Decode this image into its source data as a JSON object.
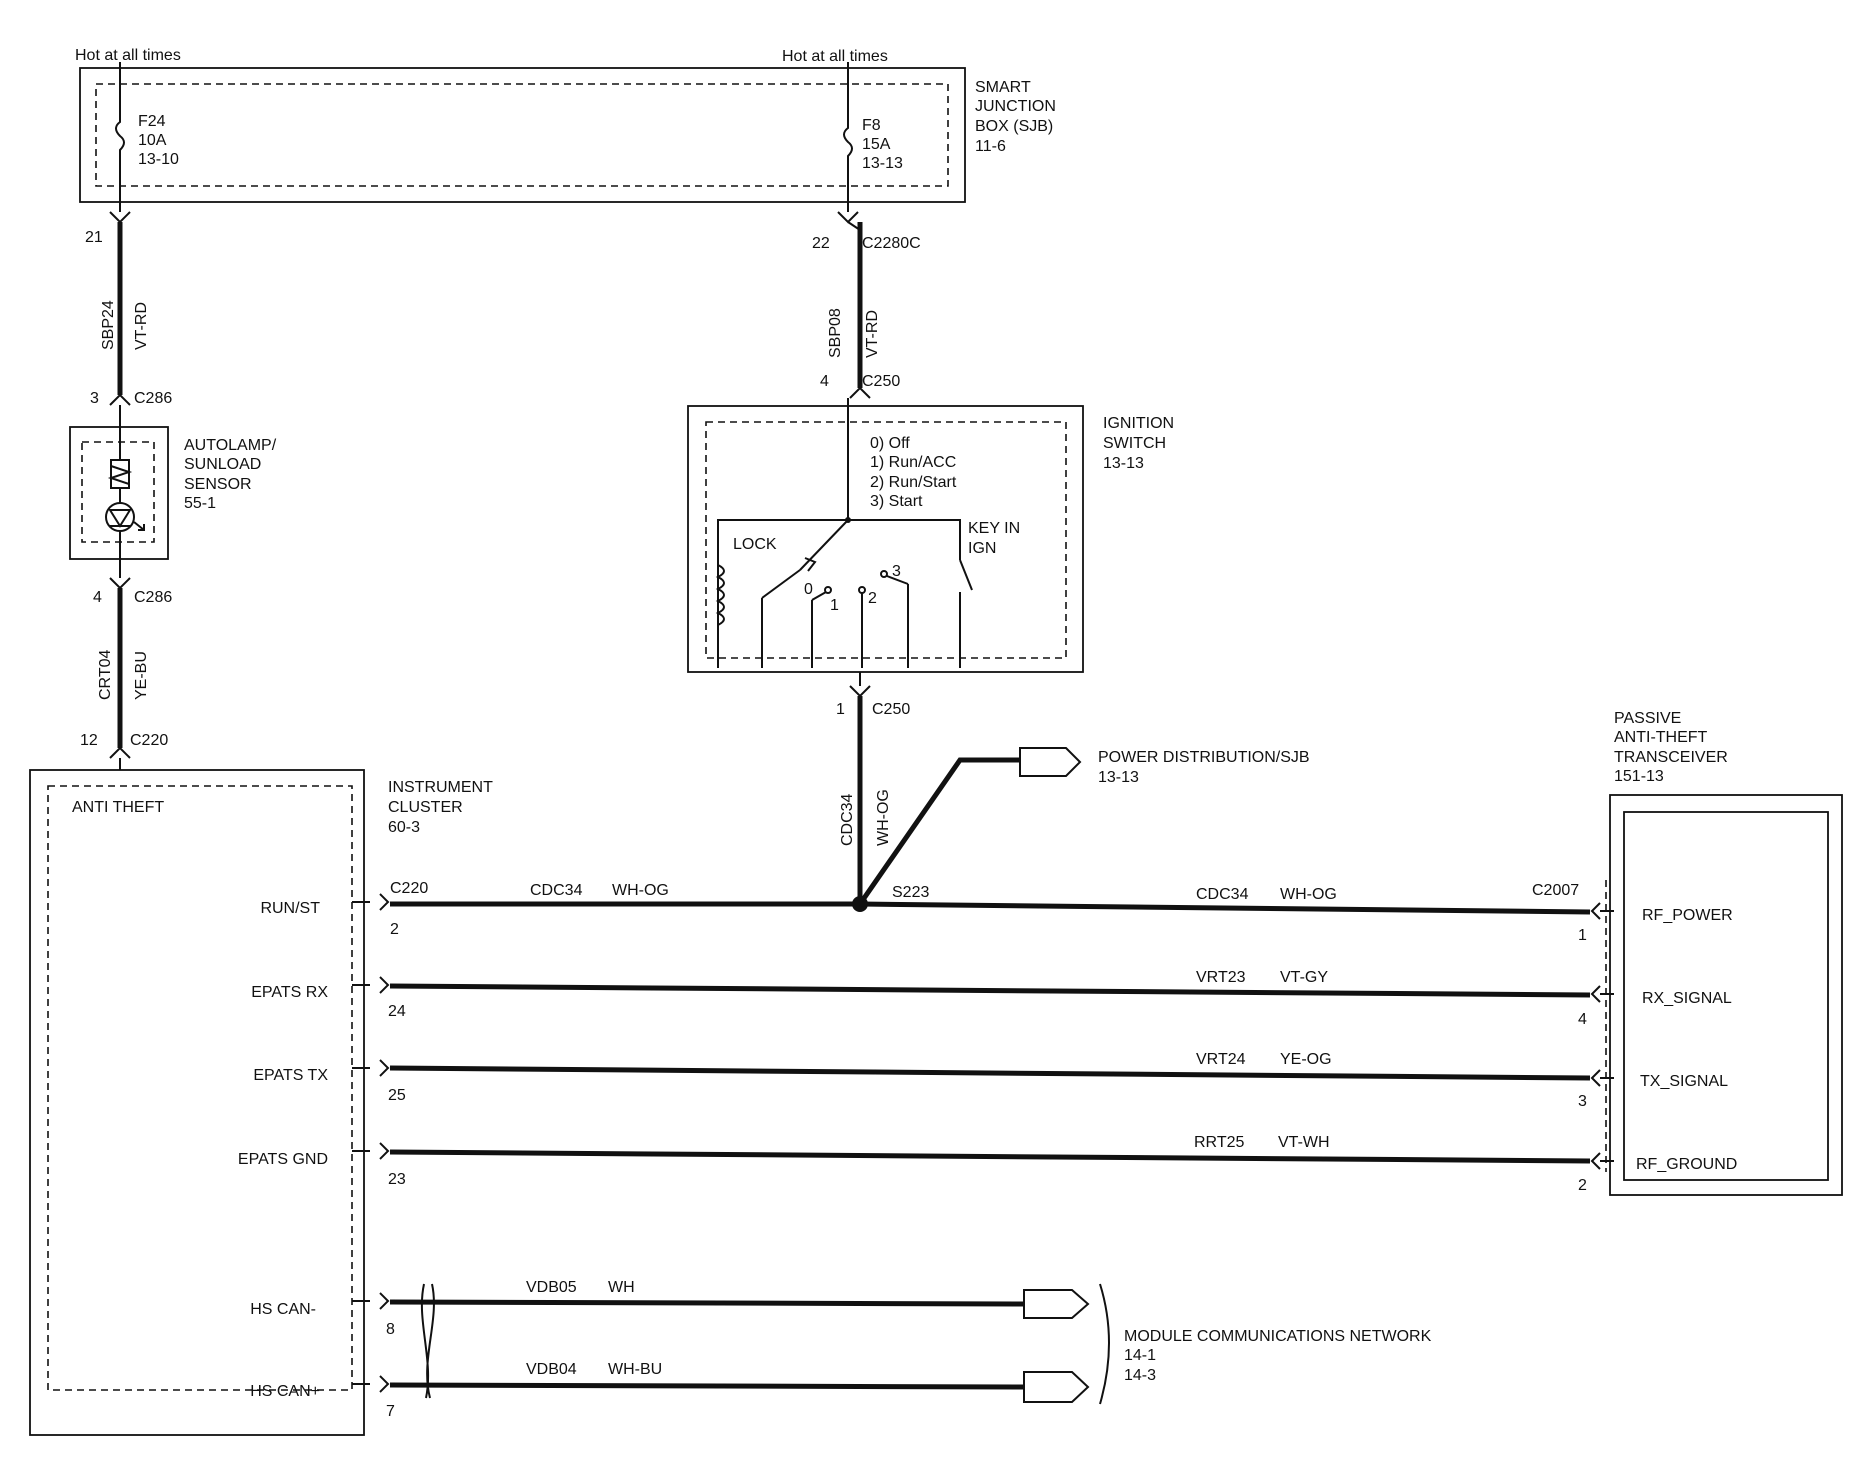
{
  "fuse_box": {
    "hot_left": "Hot at all times",
    "hot_right": "Hot at all times",
    "f24": [
      "F24",
      "10A",
      "13-10"
    ],
    "f8": [
      "F8",
      "15A",
      "13-13"
    ],
    "title": [
      "SMART",
      "JUNCTION",
      "BOX (SJB)",
      "11-6"
    ]
  },
  "left_wire": {
    "pin_21": "21",
    "circuit": "SBP24",
    "color": "VT-RD",
    "pin_3": "3",
    "conn_c286_top": "C286",
    "pin_4": "4",
    "conn_c286_bot": "C286",
    "circuit2": "CRT04",
    "color2": "YE-BU",
    "pin_12": "12",
    "conn_c220_top": "C220"
  },
  "sensor": {
    "title": [
      "AUTOLAMP/",
      "SUNLOAD",
      "SENSOR",
      "55-1"
    ]
  },
  "center_wire": {
    "pin_22": "22",
    "conn_c2280c": "C2280C",
    "circuit": "SBP08",
    "color": "VT-RD",
    "pin_4": "4",
    "conn_c250_top": "C250",
    "pin_1": "1",
    "conn_c250_bot": "C250",
    "circuit2": "CDC34",
    "color2": "WH-OG",
    "splice": "S223"
  },
  "ignition": {
    "title": [
      "IGNITION",
      "SWITCH",
      "13-13"
    ],
    "positions": [
      "0) Off",
      "1) Run/ACC",
      "2) Run/Start",
      "3) Start"
    ],
    "lock": "LOCK",
    "key_in": [
      "KEY IN",
      "IGN"
    ],
    "contact_0": "0",
    "contact_1": "1",
    "contact_2": "2",
    "contact_3": "3"
  },
  "power_dist": [
    "POWER DISTRIBUTION/SJB",
    "13-13"
  ],
  "cluster": {
    "title": [
      "INSTRUMENT",
      "CLUSTER",
      "60-3"
    ],
    "anti_theft": "ANTI THEFT",
    "conn": "C220",
    "pins": [
      {
        "label": "RUN/ST",
        "pin": "2"
      },
      {
        "label": "EPATS RX",
        "pin": "24"
      },
      {
        "label": "EPATS TX",
        "pin": "25"
      },
      {
        "label": "EPATS GND",
        "pin": "23"
      },
      {
        "label": "HS CAN-",
        "pin": "8"
      },
      {
        "label": "HS CAN+",
        "pin": "7"
      }
    ]
  },
  "wires": {
    "run_left": {
      "circuit": "CDC34",
      "color": "WH-OG"
    },
    "run_right": {
      "circuit": "CDC34",
      "color": "WH-OG"
    },
    "rx": {
      "circuit": "VRT23",
      "color": "VT-GY"
    },
    "tx": {
      "circuit": "VRT24",
      "color": "YE-OG"
    },
    "gnd": {
      "circuit": "RRT25",
      "color": "VT-WH"
    },
    "can_minus": {
      "circuit": "VDB05",
      "color": "WH"
    },
    "can_plus": {
      "circuit": "VDB04",
      "color": "WH-BU"
    }
  },
  "transceiver": {
    "title": [
      "PASSIVE",
      "ANTI-THEFT",
      "TRANSCEIVER",
      "151-13"
    ],
    "conn": "C2007",
    "pins": [
      {
        "label": "RF_POWER",
        "pin": "1"
      },
      {
        "label": "RX_SIGNAL",
        "pin": "4"
      },
      {
        "label": "TX_SIGNAL",
        "pin": "3"
      },
      {
        "label": "RF_GROUND",
        "pin": "2"
      }
    ]
  },
  "network": [
    "MODULE COMMUNICATIONS NETWORK",
    "14-1",
    "14-3"
  ]
}
